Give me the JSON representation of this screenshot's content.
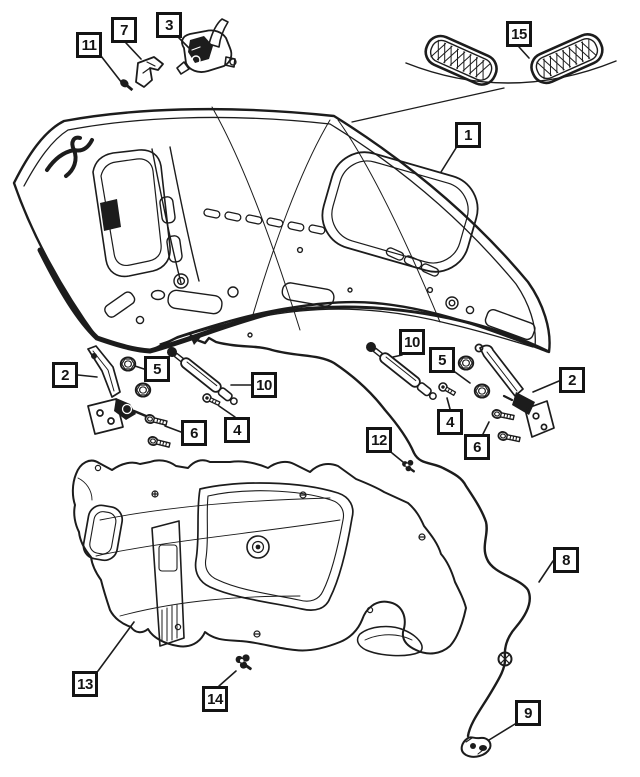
{
  "diagram": {
    "colors": {
      "background": "#ffffff",
      "line": "#1c1c1c",
      "callout_border": "#141414"
    },
    "callouts": [
      {
        "label": "11"
      },
      {
        "label": "7"
      },
      {
        "label": "3"
      },
      {
        "label": "15"
      },
      {
        "label": "1"
      },
      {
        "label": "2"
      },
      {
        "label": "5"
      },
      {
        "label": "10"
      },
      {
        "label": "4"
      },
      {
        "label": "6"
      },
      {
        "label": "10"
      },
      {
        "label": "5"
      },
      {
        "label": "4"
      },
      {
        "label": "6"
      },
      {
        "label": "12"
      },
      {
        "label": "2"
      },
      {
        "label": "8"
      },
      {
        "label": "13"
      },
      {
        "label": "14"
      },
      {
        "label": "9"
      }
    ]
  }
}
